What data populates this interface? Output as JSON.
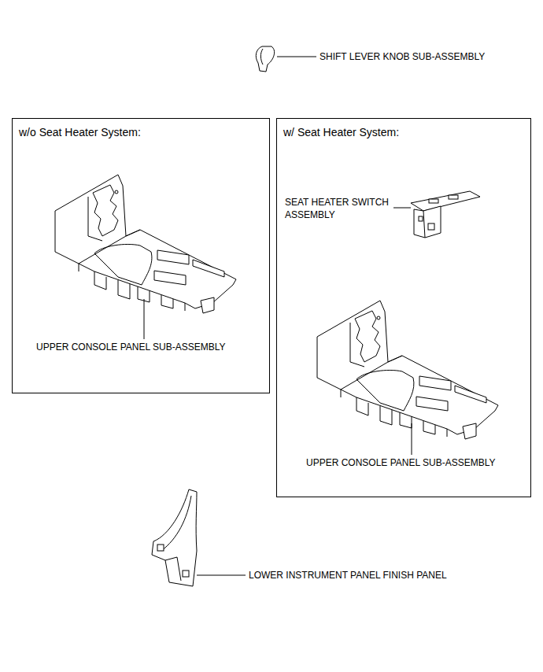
{
  "diagram": {
    "nodes": [
      {
        "text": [
          "w/o Seat Heater System:"
        ]
      },
      {
        "text": [
          "w/ Seat Heater System:"
        ]
      }
    ],
    "labels": [
      "SHIFT LEVER KNOB SUB-ASSEMBLY",
      "UPPER CONSOLE PANEL SUB-ASSEMBLY",
      "SEAT HEATER SWITCH ASSEMBLY",
      "UPPER CONSOLE PANEL SUB-ASSEMBLY",
      "LOWER INSTRUMENT PANEL FINISH PANEL"
    ]
  }
}
